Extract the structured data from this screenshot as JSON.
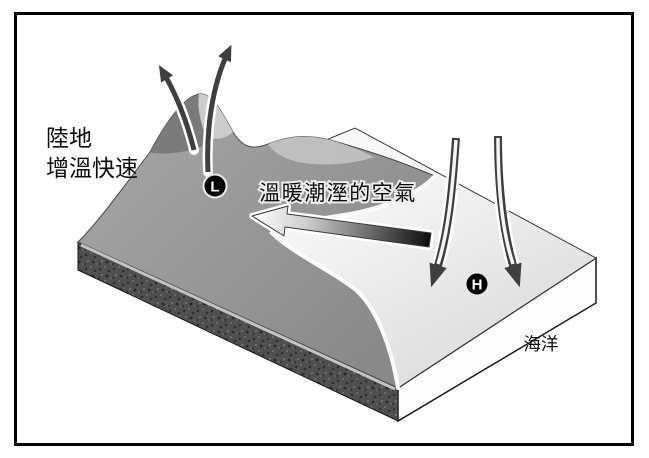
{
  "labels": {
    "land_line1": "陸地",
    "land_line2": "增溫快速",
    "warm_air": "溫暖潮溼的空氣",
    "ocean": "海洋",
    "low": "L",
    "high": "H"
  },
  "colors": {
    "frame_border": "#000000",
    "land": "#949494",
    "mountain_light": "#cecece",
    "ocean_light": "#f7f7f7",
    "ocean_dark": "#dcdcdc",
    "rock_section": "#4f4f4f",
    "arrow": "#3f3f3f",
    "badge": "#000000",
    "coastline": "#ffffff"
  },
  "icons": {
    "rising_air": "rising-air-arrows-icon",
    "sinking_air": "sinking-air-arrows-icon",
    "onshore_flow": "onshore-flow-arrow-icon",
    "low_pressure": "low-pressure-badge",
    "high_pressure": "high-pressure-badge"
  }
}
